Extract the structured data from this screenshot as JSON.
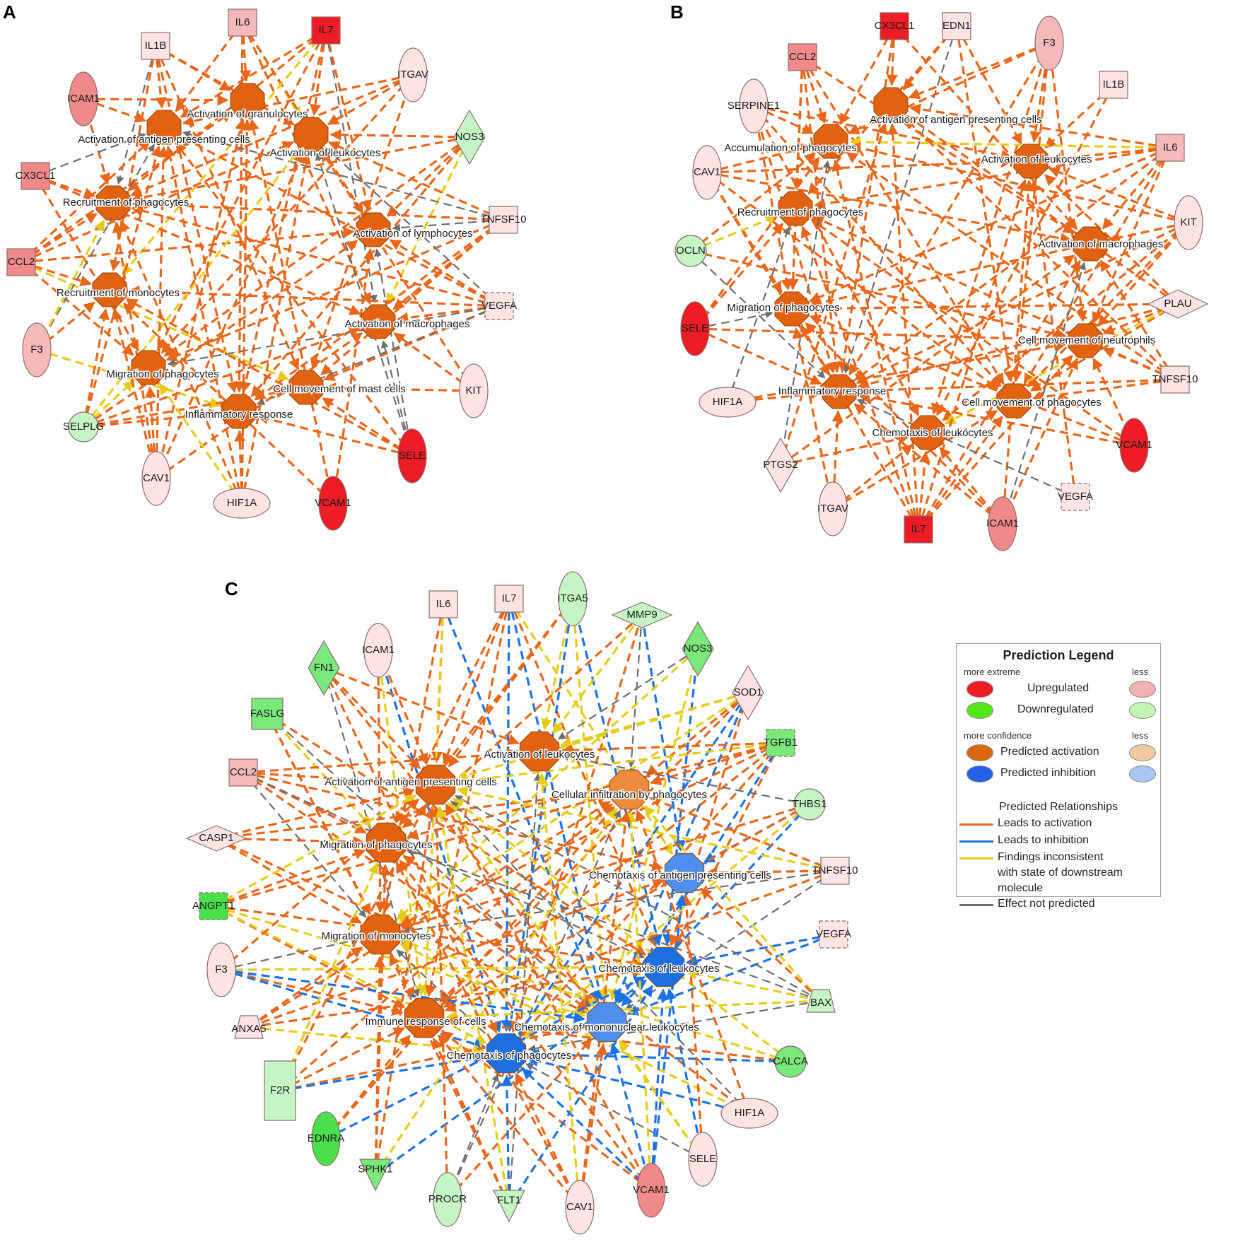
{
  "panels": [
    {
      "letter": "A",
      "functions": [
        {
          "id": "granulocytes",
          "label": "Activation of granulocytes",
          "state": "activation"
        },
        {
          "id": "apc",
          "label": "Activation of antigen presenting cells",
          "state": "activation"
        },
        {
          "id": "leukocytes",
          "label": "Activation of leukocytes",
          "state": "activation"
        },
        {
          "id": "recruit_phag",
          "label": "Recruitment of phagocytes",
          "state": "activation"
        },
        {
          "id": "lymphocytes",
          "label": "Activation of lymphocytes",
          "state": "activation"
        },
        {
          "id": "recruit_mono",
          "label": "Recruitment of monocytes",
          "state": "activation"
        },
        {
          "id": "macrophages",
          "label": "Activation of macrophages",
          "state": "activation"
        },
        {
          "id": "migr_phag",
          "label": "Migration of phagocytes",
          "state": "activation"
        },
        {
          "id": "mast",
          "label": "Cell movement of mast cells",
          "state": "activation"
        },
        {
          "id": "inflam",
          "label": "Inflammatory response",
          "state": "activation"
        }
      ],
      "molecules": [
        {
          "id": "IL1B",
          "label": "IL1B",
          "shape": "square",
          "expr": "up_low"
        },
        {
          "id": "IL6",
          "label": "IL6",
          "shape": "square",
          "expr": "up_mid"
        },
        {
          "id": "IL7",
          "label": "IL7",
          "shape": "square",
          "expr": "up_high"
        },
        {
          "id": "ITGAV",
          "label": "ITGAV",
          "shape": "ellipse",
          "expr": "up_low"
        },
        {
          "id": "ICAM1",
          "label": "ICAM1",
          "shape": "ellipse",
          "expr": "up_strong"
        },
        {
          "id": "NOS3",
          "label": "NOS3",
          "shape": "diamond",
          "expr": "down_low"
        },
        {
          "id": "CX3CL1",
          "label": "CX3CL1",
          "shape": "square",
          "expr": "up_strong"
        },
        {
          "id": "TNFSF10",
          "label": "TNFSF10",
          "shape": "square",
          "expr": "up_low"
        },
        {
          "id": "CCL2",
          "label": "CCL2",
          "shape": "square",
          "expr": "up_strong"
        },
        {
          "id": "VEGFA",
          "label": "VEGFA",
          "shape": "square_dashed",
          "expr": "up_low"
        },
        {
          "id": "F3",
          "label": "F3",
          "shape": "ellipse",
          "expr": "up_mid"
        },
        {
          "id": "KIT",
          "label": "KIT",
          "shape": "ellipse",
          "expr": "up_low"
        },
        {
          "id": "SELPLG",
          "label": "SELPLG",
          "shape": "ellipse",
          "expr": "down_low"
        },
        {
          "id": "SELE",
          "label": "SELE",
          "shape": "ellipse",
          "expr": "up_high"
        },
        {
          "id": "CAV1",
          "label": "CAV1",
          "shape": "ellipse",
          "expr": "up_low"
        },
        {
          "id": "HIF1A",
          "label": "HIF1A",
          "shape": "ellipse",
          "expr": "up_low"
        },
        {
          "id": "VCAM1",
          "label": "VCAM1",
          "shape": "ellipse",
          "expr": "up_high"
        }
      ]
    },
    {
      "letter": "B",
      "functions": [
        {
          "id": "apc",
          "label": "Activation of antigen presenting cells",
          "state": "activation"
        },
        {
          "id": "accum",
          "label": "Accumulation of phagocytes",
          "state": "activation"
        },
        {
          "id": "leukocytes",
          "label": "Activation of leukocytes",
          "state": "activation"
        },
        {
          "id": "recruit_phag",
          "label": "Recruitment of phagocytes",
          "state": "activation"
        },
        {
          "id": "macrophages",
          "label": "Activation of macrophages",
          "state": "activation"
        },
        {
          "id": "migr_phag",
          "label": "Migration of phagocytes",
          "state": "activation"
        },
        {
          "id": "neutro",
          "label": "Cell movement of neutrophils",
          "state": "activation"
        },
        {
          "id": "inflam",
          "label": "Inflammatory response",
          "state": "activation"
        },
        {
          "id": "move_phag",
          "label": "Cell movement of phagocytes",
          "state": "activation"
        },
        {
          "id": "chemo_leuk",
          "label": "Chemotaxis of leukocytes",
          "state": "activation"
        }
      ],
      "molecules": [
        {
          "id": "CX3CL1",
          "label": "CX3CL1",
          "shape": "square",
          "expr": "up_high"
        },
        {
          "id": "EDN1",
          "label": "EDN1",
          "shape": "square",
          "expr": "up_low"
        },
        {
          "id": "F3",
          "label": "F3",
          "shape": "ellipse",
          "expr": "up_mid"
        },
        {
          "id": "CCL2",
          "label": "CCL2",
          "shape": "square",
          "expr": "up_strong"
        },
        {
          "id": "IL1B",
          "label": "IL1B",
          "shape": "square",
          "expr": "up_low"
        },
        {
          "id": "SERPINE1",
          "label": "SERPINE1",
          "shape": "ellipse",
          "expr": "up_low"
        },
        {
          "id": "IL6",
          "label": "IL6",
          "shape": "square",
          "expr": "up_mid"
        },
        {
          "id": "CAV1",
          "label": "CAV1",
          "shape": "ellipse",
          "expr": "up_low"
        },
        {
          "id": "KIT",
          "label": "KIT",
          "shape": "ellipse",
          "expr": "up_low"
        },
        {
          "id": "OCLN",
          "label": "OCLN",
          "shape": "ellipse",
          "expr": "down_low"
        },
        {
          "id": "PLAU",
          "label": "PLAU",
          "shape": "diamond",
          "expr": "up_low"
        },
        {
          "id": "SELE",
          "label": "SELE",
          "shape": "ellipse",
          "expr": "up_high"
        },
        {
          "id": "TNFSF10",
          "label": "TNFSF10",
          "shape": "square",
          "expr": "up_low"
        },
        {
          "id": "HIF1A",
          "label": "HIF1A",
          "shape": "ellipse",
          "expr": "up_low"
        },
        {
          "id": "VCAM1",
          "label": "VCAM1",
          "shape": "ellipse",
          "expr": "up_high"
        },
        {
          "id": "PTGS2",
          "label": "PTGS2",
          "shape": "diamond",
          "expr": "up_low"
        },
        {
          "id": "ITGAV",
          "label": "ITGAV",
          "shape": "ellipse",
          "expr": "up_low"
        },
        {
          "id": "IL7",
          "label": "IL7",
          "shape": "square",
          "expr": "up_high"
        },
        {
          "id": "ICAM1",
          "label": "ICAM1",
          "shape": "ellipse",
          "expr": "up_strong"
        },
        {
          "id": "VEGFA",
          "label": "VEGFA",
          "shape": "square_dashed",
          "expr": "up_low"
        }
      ]
    },
    {
      "letter": "C",
      "functions": [
        {
          "id": "leukocytes",
          "label": "Activation of leukocytes",
          "state": "activation"
        },
        {
          "id": "apc",
          "label": "Activation of antigen presenting cells",
          "state": "activation"
        },
        {
          "id": "infiltr",
          "label": "Cellular infiltration by phagocytes",
          "state": "activation_low"
        },
        {
          "id": "migr_phag",
          "label": "Migration of phagocytes",
          "state": "activation"
        },
        {
          "id": "chemo_apc",
          "label": "Chemotaxis of antigen presenting cells",
          "state": "inhibition_low"
        },
        {
          "id": "migr_mono",
          "label": "Migration of monocytes",
          "state": "activation"
        },
        {
          "id": "chemo_leuk",
          "label": "Chemotaxis of leukocytes",
          "state": "inhibition"
        },
        {
          "id": "immune",
          "label": "Immune response of cells",
          "state": "activation"
        },
        {
          "id": "chemo_mono",
          "label": "Chemotaxis of mononuclear leukocytes",
          "state": "inhibition_low"
        },
        {
          "id": "chemo_phag",
          "label": "Chemotaxis of phagocytes",
          "state": "inhibition"
        }
      ],
      "molecules": [
        {
          "id": "ICAM1",
          "label": "ICAM1",
          "shape": "ellipse",
          "expr": "up_low"
        },
        {
          "id": "IL6",
          "label": "IL6",
          "shape": "square",
          "expr": "up_low"
        },
        {
          "id": "IL7",
          "label": "IL7",
          "shape": "square",
          "expr": "up_low"
        },
        {
          "id": "ITGA5",
          "label": "ITGA5",
          "shape": "ellipse",
          "expr": "down_low"
        },
        {
          "id": "MMP9",
          "label": "MMP9",
          "shape": "diamond",
          "expr": "down_low"
        },
        {
          "id": "NOS3",
          "label": "NOS3",
          "shape": "diamond",
          "expr": "down_mid"
        },
        {
          "id": "FN1",
          "label": "FN1",
          "shape": "diamond",
          "expr": "down_mid"
        },
        {
          "id": "SOD1",
          "label": "SOD1",
          "shape": "diamond",
          "expr": "up_low"
        },
        {
          "id": "FASLG",
          "label": "FASLG",
          "shape": "square",
          "expr": "down_mid"
        },
        {
          "id": "TGFB1",
          "label": "TGFB1",
          "shape": "square_dashed",
          "expr": "down_mid"
        },
        {
          "id": "CCL2",
          "label": "CCL2",
          "shape": "square",
          "expr": "up_mid"
        },
        {
          "id": "THBS1",
          "label": "THBS1",
          "shape": "ellipse",
          "expr": "down_low"
        },
        {
          "id": "CASP1",
          "label": "CASP1",
          "shape": "diamond",
          "expr": "up_low"
        },
        {
          "id": "TNFSF10",
          "label": "TNFSF10",
          "shape": "square",
          "expr": "up_low"
        },
        {
          "id": "ANGPT1",
          "label": "ANGPT1",
          "shape": "square_dashed",
          "expr": "down_high"
        },
        {
          "id": "VEGFA",
          "label": "VEGFA",
          "shape": "square_dashed",
          "expr": "up_low"
        },
        {
          "id": "F3",
          "label": "F3",
          "shape": "ellipse",
          "expr": "up_low"
        },
        {
          "id": "BAX",
          "label": "BAX",
          "shape": "trapezoid",
          "expr": "down_low"
        },
        {
          "id": "ANXA5",
          "label": "ANXA5",
          "shape": "trapezoid",
          "expr": "up_low"
        },
        {
          "id": "CALCA",
          "label": "CALCA",
          "shape": "ellipse",
          "expr": "down_mid"
        },
        {
          "id": "F2R",
          "label": "F2R",
          "shape": "rect_tall",
          "expr": "down_low"
        },
        {
          "id": "HIF1A",
          "label": "HIF1A",
          "shape": "ellipse",
          "expr": "up_low"
        },
        {
          "id": "EDNRA",
          "label": "EDNRA",
          "shape": "ellipse",
          "expr": "down_high"
        },
        {
          "id": "SELE",
          "label": "SELE",
          "shape": "ellipse",
          "expr": "up_low"
        },
        {
          "id": "SPHK1",
          "label": "SPHK1",
          "shape": "triangle_down",
          "expr": "down_mid"
        },
        {
          "id": "VCAM1",
          "label": "VCAM1",
          "shape": "ellipse",
          "expr": "up_strong"
        },
        {
          "id": "PROCR",
          "label": "PROCR",
          "shape": "ellipse",
          "expr": "down_low"
        },
        {
          "id": "FLT1",
          "label": "FLT1",
          "shape": "triangle_down",
          "expr": "down_low"
        },
        {
          "id": "CAV1",
          "label": "CAV1",
          "shape": "ellipse",
          "expr": "up_low"
        }
      ]
    }
  ],
  "colors": {
    "up_high": "#ee1c25",
    "up_strong": "#f08a8a",
    "up_mid": "#f6b9b9",
    "up_low": "#fde4e4",
    "down_high": "#4be04b",
    "down_mid": "#7be87b",
    "down_low": "#c5f5c5",
    "activation": "#e2620f",
    "activation_low": "#ee8a3e",
    "inhibition": "#1d6fe0",
    "inhibition_low": "#4f8eea",
    "edge_activation": "#e8671a",
    "edge_inhibition": "#1d72e6",
    "edge_inconsistent": "#e6cc1a",
    "edge_not_predicted": "#6e6e6e"
  },
  "legend": {
    "title": "Prediction Legend",
    "more_extreme": "more extreme",
    "less": "less",
    "upregulated": "Upregulated",
    "downregulated": "Downregulated",
    "more_confidence": "more confidence",
    "predicted_activation": "Predicted activation",
    "predicted_inhibition": "Predicted inhibition",
    "predicted_relationships": "Predicted Relationships",
    "leads_activation": "Leads to activation",
    "leads_inhibition": "Leads to inhibition",
    "inconsistent_line1": "Findings inconsistent",
    "inconsistent_line2": "with state of downstream",
    "inconsistent_line3": "molecule",
    "not_predicted": "Effect not predicted"
  }
}
